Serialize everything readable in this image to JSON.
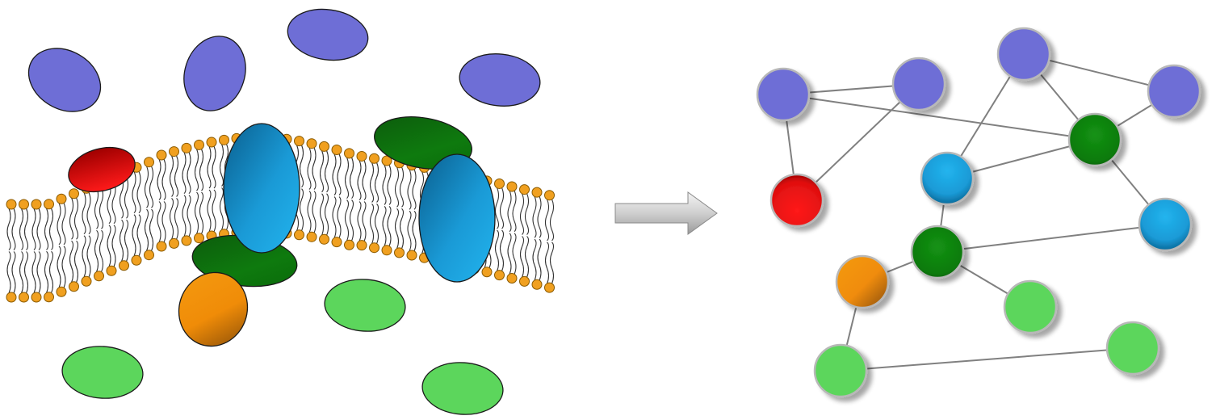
{
  "colors": {
    "periphery_protein": "#6e6ed6",
    "cytosolic_protein": "#5cd65c",
    "transmembrane_protein": "#1a9ad6",
    "peripheral_dark_green": "#0e7a0e",
    "signaling_red": "#e01010",
    "orange_protein": "#f0900a",
    "lipid_head": "#f0a020",
    "arrow": "#c8c8c8",
    "edge": "#808080"
  },
  "left_panel": {
    "name": "cell-membrane-illustration",
    "proteins": [
      {
        "kind": "periphery-blue-protein",
        "color": "periphery_protein"
      },
      {
        "kind": "periphery-blue-protein",
        "color": "periphery_protein"
      },
      {
        "kind": "periphery-blue-protein",
        "color": "periphery_protein"
      },
      {
        "kind": "periphery-blue-protein",
        "color": "periphery_protein"
      },
      {
        "kind": "red-membrane-protein",
        "color": "signaling_red"
      },
      {
        "kind": "dark-green-protein",
        "color": "peripheral_dark_green"
      },
      {
        "kind": "dark-green-protein",
        "color": "peripheral_dark_green"
      },
      {
        "kind": "transmembrane-protein",
        "color": "transmembrane_protein"
      },
      {
        "kind": "transmembrane-protein",
        "color": "transmembrane_protein"
      },
      {
        "kind": "orange-protein",
        "color": "orange_protein"
      },
      {
        "kind": "cytosolic-green-protein",
        "color": "cytosolic_protein"
      },
      {
        "kind": "cytosolic-green-protein",
        "color": "cytosolic_protein"
      },
      {
        "kind": "cytosolic-green-protein",
        "color": "cytosolic_protein"
      }
    ]
  },
  "arrow": {
    "name": "transformation-arrow"
  },
  "network": {
    "nodes": [
      {
        "id": "n1",
        "color": "periphery_protein"
      },
      {
        "id": "n2",
        "color": "periphery_protein"
      },
      {
        "id": "n3",
        "color": "periphery_protein"
      },
      {
        "id": "n4",
        "color": "periphery_protein"
      },
      {
        "id": "n5",
        "color": "signaling_red"
      },
      {
        "id": "n6",
        "color": "peripheral_dark_green"
      },
      {
        "id": "n7",
        "color": "transmembrane_protein"
      },
      {
        "id": "n8",
        "color": "transmembrane_protein"
      },
      {
        "id": "n9",
        "color": "peripheral_dark_green"
      },
      {
        "id": "n10",
        "color": "orange_protein"
      },
      {
        "id": "n11",
        "color": "cytosolic_protein"
      },
      {
        "id": "n12",
        "color": "cytosolic_protein"
      },
      {
        "id": "n13",
        "color": "cytosolic_protein"
      }
    ],
    "edges": [
      [
        "n1",
        "n2"
      ],
      [
        "n1",
        "n5"
      ],
      [
        "n1",
        "n6"
      ],
      [
        "n2",
        "n5"
      ],
      [
        "n3",
        "n4"
      ],
      [
        "n3",
        "n6"
      ],
      [
        "n3",
        "n7"
      ],
      [
        "n4",
        "n6"
      ],
      [
        "n6",
        "n7"
      ],
      [
        "n6",
        "n8"
      ],
      [
        "n7",
        "n9"
      ],
      [
        "n9",
        "n8"
      ],
      [
        "n9",
        "n10"
      ],
      [
        "n9",
        "n11"
      ],
      [
        "n10",
        "n12"
      ],
      [
        "n12",
        "n13"
      ]
    ]
  }
}
